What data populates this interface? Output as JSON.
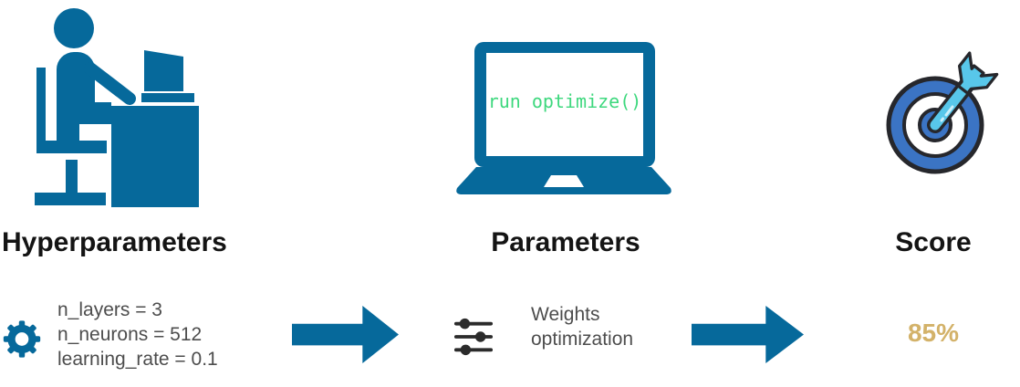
{
  "diagram": {
    "stages": [
      {
        "title": "Hyperparameters",
        "main_icon": "person-at-computer-icon",
        "detail_icon": "gear-icon",
        "detail_lines": [
          "n_layers = 3",
          "n_neurons = 512",
          "learning_rate = 0.1"
        ]
      },
      {
        "title": "Parameters",
        "main_icon": "laptop-icon",
        "screen_code": "run optimize()",
        "detail_icon": "sliders-icon",
        "detail_lines": [
          "Weights",
          "optimization"
        ]
      },
      {
        "title": "Score",
        "main_icon": "target-dart-icon",
        "value": "85%"
      }
    ],
    "colors": {
      "icon_teal": "#06699b",
      "heading_text": "#141414",
      "detail_text": "#4d4d4d",
      "code_green": "#3ed87e",
      "score_gold": "#d3b269",
      "target_ring_blue": "#3b74c4",
      "dart_light_blue": "#58c7ea",
      "icon_outline_dark": "#26272c",
      "slider_icon_dark": "#2b2b2b"
    }
  }
}
